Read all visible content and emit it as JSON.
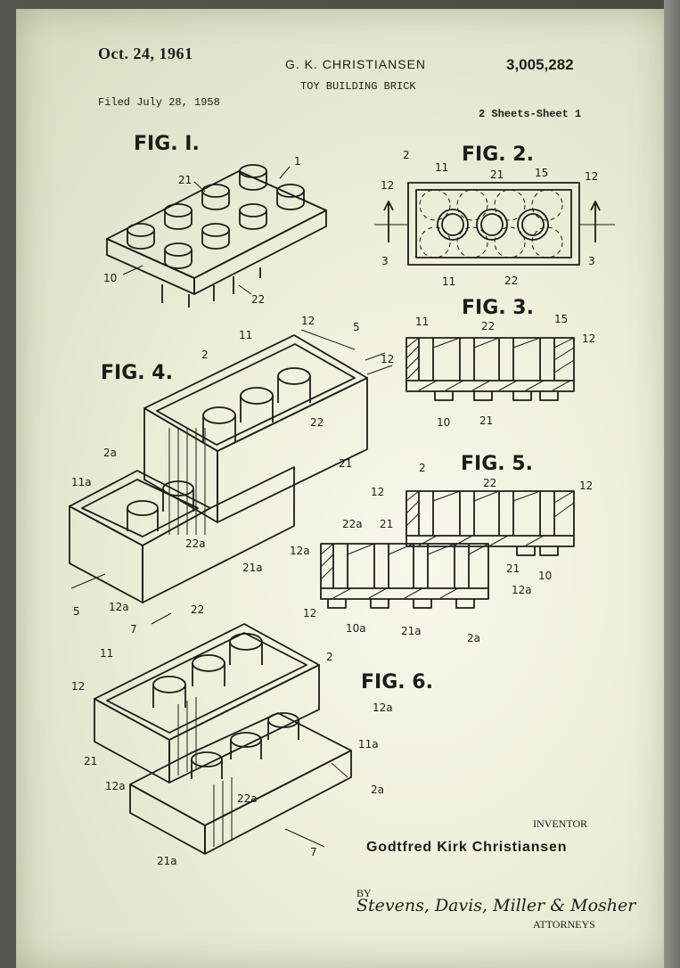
{
  "header": {
    "date": "Oct. 24, 1961",
    "inventor_short": "G. K. CHRISTIANSEN",
    "patent_number": "3,005,282",
    "title": "TOY BUILDING BRICK",
    "filed": "Filed July 28, 1958",
    "sheet": "2 Sheets-Sheet 1"
  },
  "figures": {
    "fig1": "FIG. I.",
    "fig2": "FIG. 2.",
    "fig3": "FIG. 3.",
    "fig4": "FIG. 4.",
    "fig5": "FIG. 5.",
    "fig6": "FIG. 6."
  },
  "refs": {
    "fig1": [
      "1",
      "21",
      "10",
      "22"
    ],
    "fig2": [
      "2",
      "11",
      "21",
      "15",
      "12",
      "12",
      "3",
      "3",
      "11",
      "22"
    ],
    "fig3": [
      "11",
      "22",
      "15",
      "12",
      "12",
      "10",
      "21"
    ],
    "fig4": [
      "12",
      "11",
      "2",
      "5",
      "22",
      "21",
      "2a",
      "11a",
      "22a",
      "21a",
      "12a",
      "5"
    ],
    "fig5": [
      "2",
      "22",
      "12",
      "12",
      "22a",
      "21",
      "12a",
      "21",
      "10",
      "12a",
      "10a",
      "21a",
      "2a"
    ],
    "fig6": [
      "22",
      "12",
      "7",
      "11",
      "2",
      "12",
      "12a",
      "11a",
      "21",
      "12a",
      "2a",
      "22a",
      "21a",
      "7"
    ]
  },
  "footer": {
    "inventor_label": "INVENTOR",
    "inventor_full": "Godtfred Kirk Christiansen",
    "by": "BY",
    "attorneys_signature": "Stevens, Davis, Miller & Mosher",
    "attorneys_label": "ATTORNEYS"
  }
}
